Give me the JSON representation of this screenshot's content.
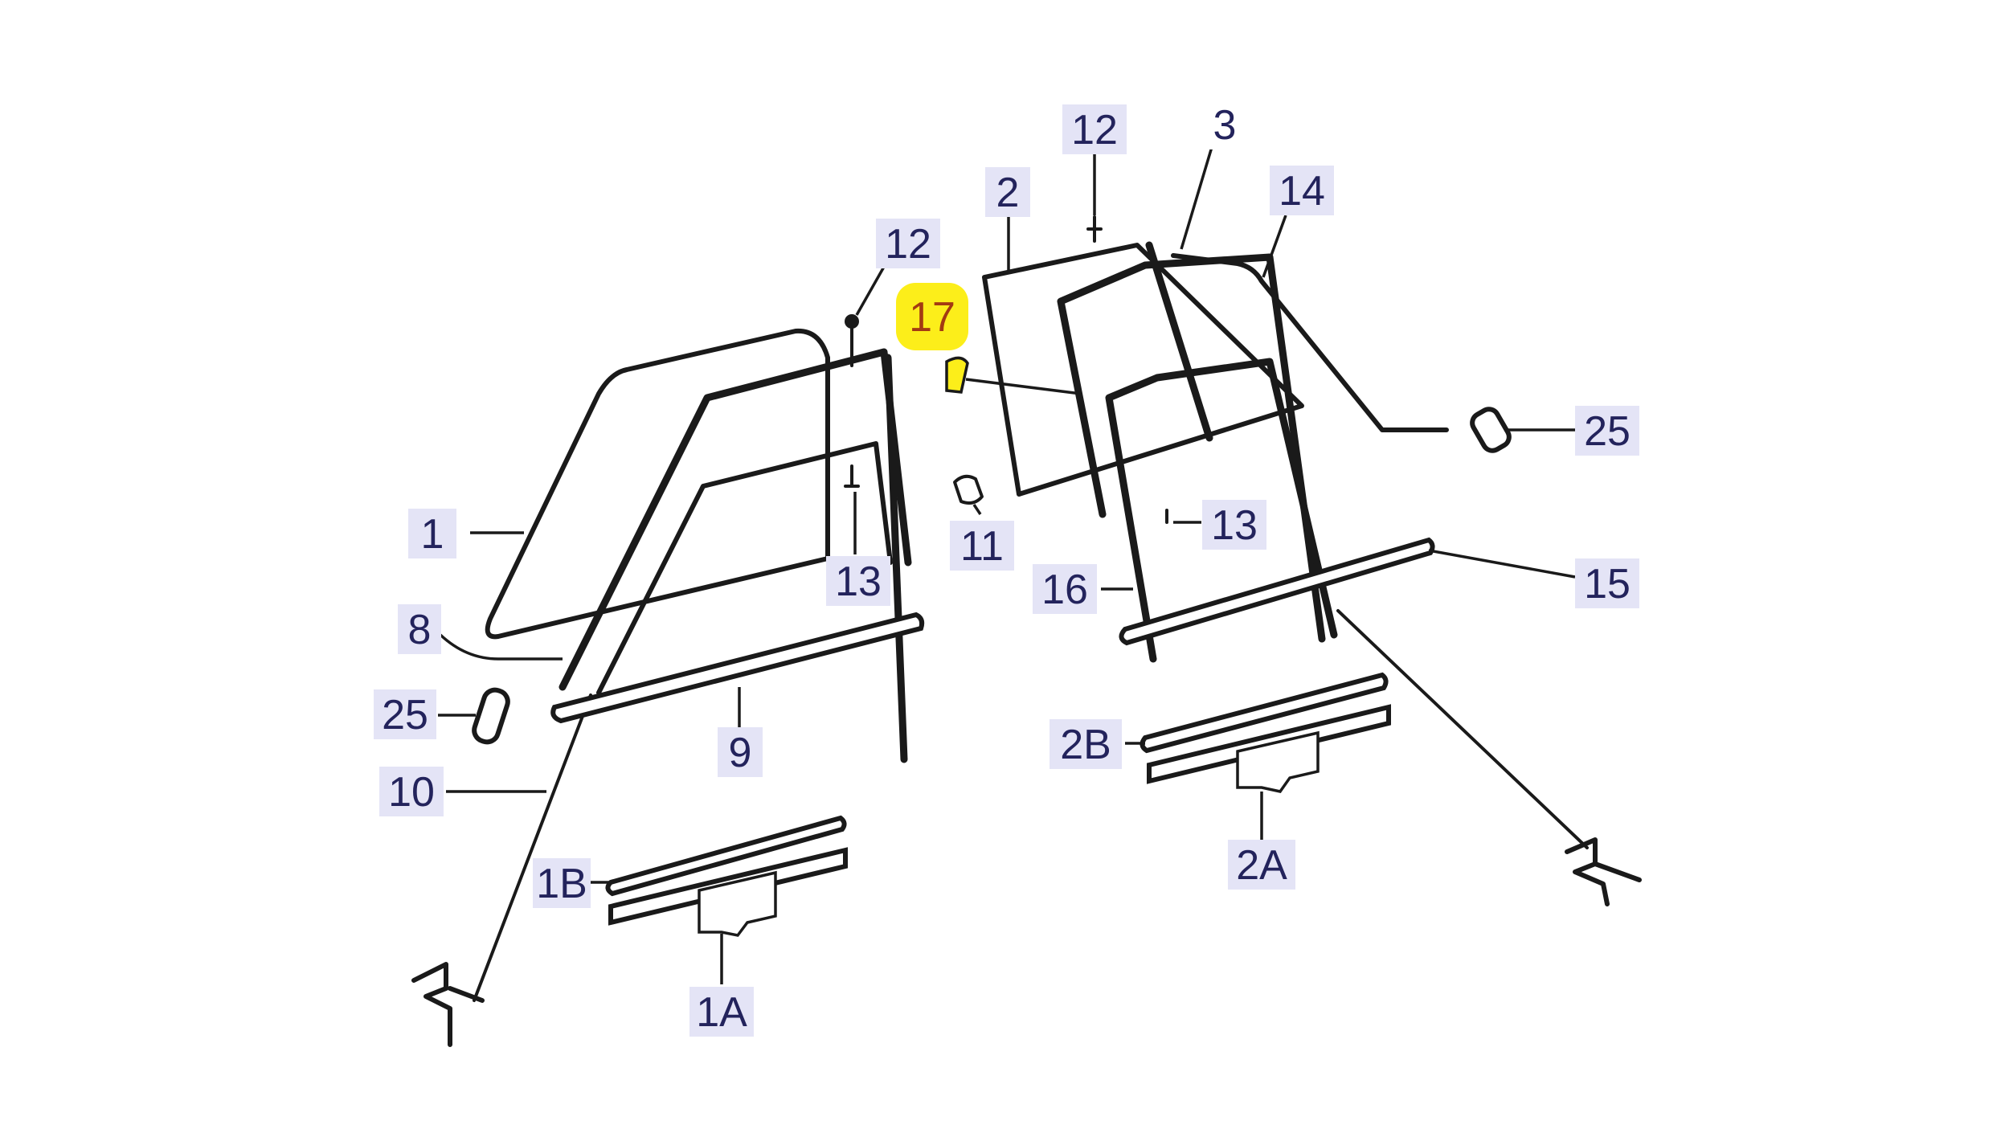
{
  "diagram": {
    "callouts": {
      "left_glass": "1",
      "left_sash_seal": "8",
      "left_bumper": "25",
      "left_rear_channel": "10",
      "left_belt_molding": "9",
      "left_top_screw": "12",
      "left_lower_screw": "13",
      "left_clip": "11",
      "left_regulator_strip": "1B",
      "left_regulator_channel": "1A",
      "right_glass": "2",
      "right_top_screw": "12",
      "right_frame": "3",
      "right_upper_molding": "14",
      "right_bumper": "25",
      "right_lower_screw": "13",
      "right_run_channel": "16",
      "right_belt_molding": "15",
      "right_regulator_strip": "2B",
      "right_regulator_channel": "2A",
      "highlighted_part": "17"
    },
    "highlight_color": "#fcee1a",
    "label_background": "#e4e4f6"
  }
}
